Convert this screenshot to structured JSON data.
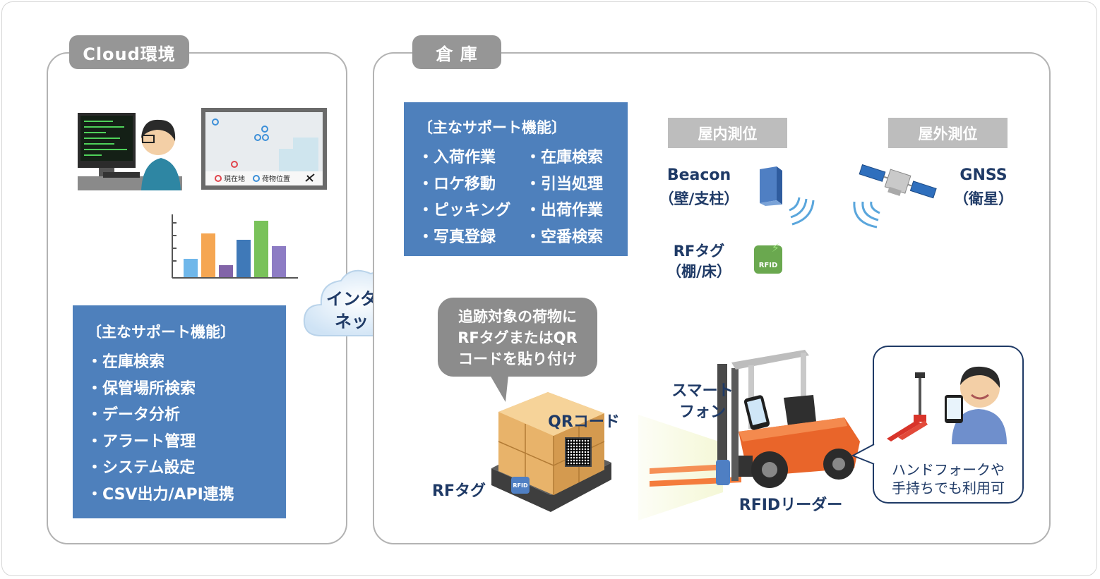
{
  "cloud": {
    "tag": "Cloud環境",
    "map_legend": {
      "current": "現在地",
      "cargo": "荷物位置"
    },
    "features_title": "〔主なサポート機能〕",
    "features": [
      "在庫検索",
      "保管場所検索",
      "データ分析",
      "アラート管理",
      "システム設定",
      "CSV出力/API連携"
    ]
  },
  "internet": {
    "line1": "インター",
    "line2": "ネット"
  },
  "warehouse": {
    "tag": "倉 庫",
    "features_title": "〔主なサポート機能〕",
    "features_col1": [
      "入荷作業",
      "ロケ移動",
      "ピッキング",
      "写真登録"
    ],
    "features_col2": [
      "在庫検索",
      "引当処理",
      "出荷作業",
      "空番検索"
    ],
    "indoor_label": "屋内測位",
    "outdoor_label": "屋外測位",
    "beacon": {
      "line1": "Beacon",
      "line2": "（壁/支柱）"
    },
    "gnss": {
      "line1": "GNSS",
      "line2": "（衛星）"
    },
    "rftag_shelf": {
      "line1": "RFタグ",
      "line2": "（棚/床）"
    },
    "rfid_chip_label": "RFID",
    "bubble": {
      "line1": "追跡対象の荷物に",
      "line2": "RFタグまたはQR",
      "line3": "コードを貼り付け"
    },
    "qr_label": "QRコード",
    "rftag_label": "RFタグ",
    "smartphone": {
      "line1": "スマート",
      "line2": "フォン"
    },
    "rfid_reader": "RFIDリーダー",
    "handheld": {
      "line1": "ハンドフォークや",
      "line2": "手持ちでも利用可"
    }
  },
  "colors": {
    "feature_bg": "#4e80bc",
    "tag_bg": "#969696",
    "label_bg": "#bdbdbd",
    "text_navy": "#1f3a66",
    "forklift_orange": "#e9652a",
    "rfid_green": "#6aa84f",
    "signal_blue": "#5aa6dc"
  },
  "chart": {
    "values": [
      26,
      62,
      17,
      53,
      80,
      44
    ],
    "colors": [
      "#6fb7ea",
      "#f5a652",
      "#8264a8",
      "#3f79b8",
      "#79c25a",
      "#8d7cc4"
    ]
  },
  "icons": [
    "operator-icon",
    "monitor-map-icon",
    "bar-chart-icon",
    "cloud-icon",
    "beacon-icon",
    "satellite-icon",
    "rfid-chip-icon",
    "cargo-pallet-icon",
    "qr-code-icon",
    "forklift-icon",
    "hand-pallet-truck-icon",
    "worker-tablet-icon"
  ]
}
